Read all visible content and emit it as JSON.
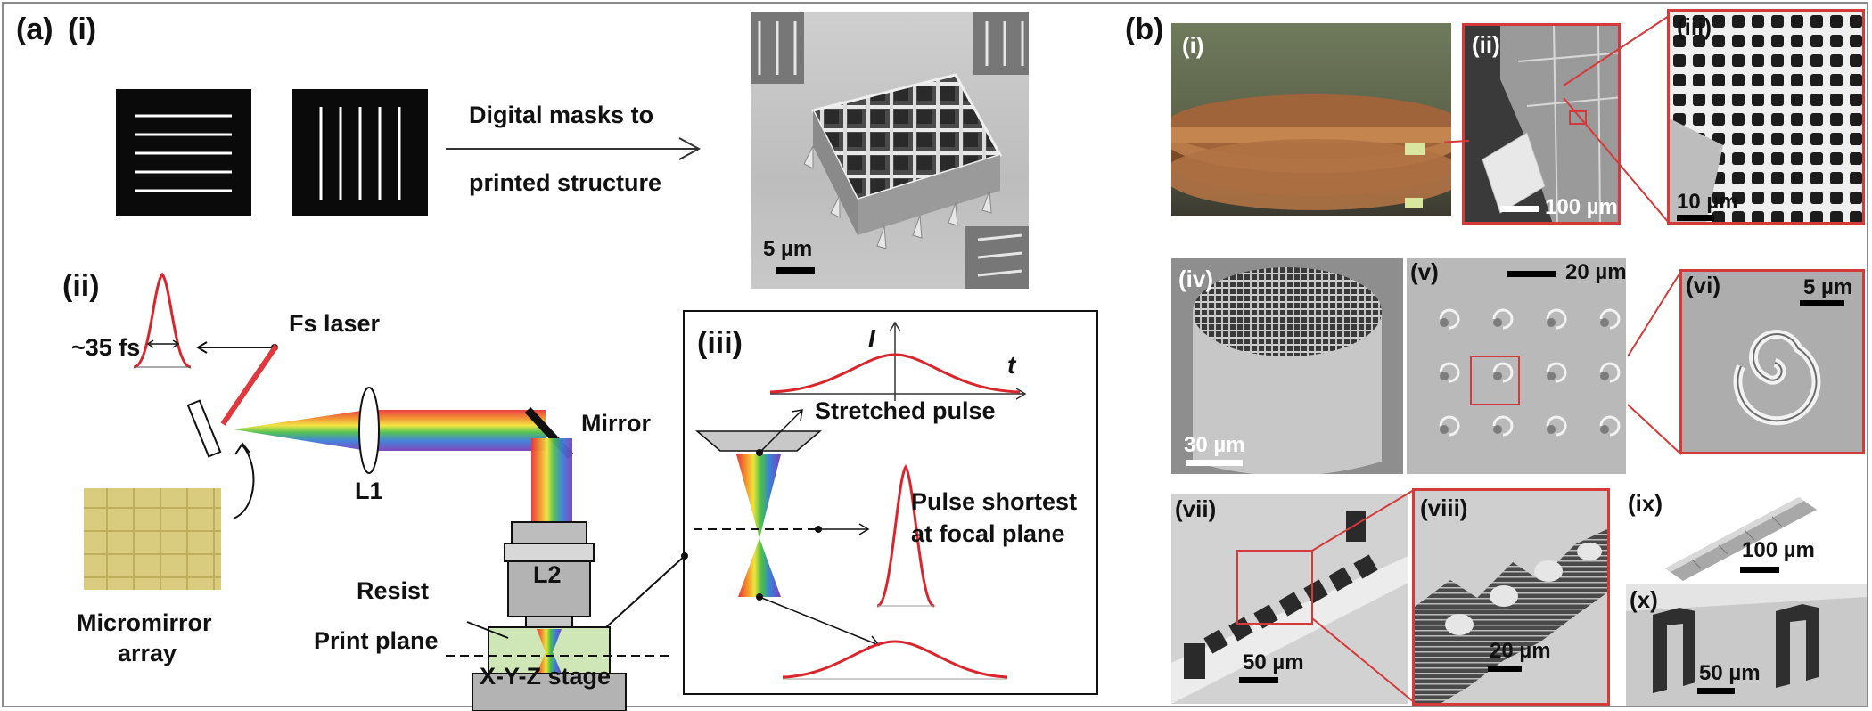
{
  "panel_a": {
    "label": "(a)",
    "sub_i": "(i)",
    "sub_ii": "(ii)",
    "sub_iii": "(iii)",
    "arrow_text_line1": "Digital masks to",
    "arrow_text_line2": "printed structure",
    "sem_scale": "5 µm",
    "pulse_width": "~35 fs",
    "fs_laser": "Fs laser",
    "mirror": "Mirror",
    "l1": "L1",
    "l2": "L2",
    "resist": "Resist",
    "print_plane": "Print plane",
    "stage": "X-Y-Z stage",
    "micromirror_line1": "Micromirror",
    "micromirror_line2": "array",
    "inset": {
      "axis_i": "I",
      "axis_t": "t",
      "stretched": "Stretched pulse",
      "shortest_line1": "Pulse shortest",
      "shortest_line2": "at focal plane"
    }
  },
  "panel_b": {
    "label": "(b)",
    "i": "(i)",
    "ii": "(ii)",
    "iii": "(iii)",
    "iv": "(iv)",
    "v": "(v)",
    "vi": "(vi)",
    "vii": "(vii)",
    "viii": "(viii)",
    "ix": "(ix)",
    "x": "(x)",
    "scale_ii": "100 µm",
    "scale_iii": "10 µm",
    "scale_iv": "30 µm",
    "scale_v": "20 µm",
    "scale_vi": "5 µm",
    "scale_vii": "50 µm",
    "scale_viii": "20 µm",
    "scale_ix": "100 µm",
    "scale_x": "50 µm"
  },
  "colors": {
    "pulse_red": "#d9262c",
    "panel_red": "#d43a3a",
    "mask_black": "#0a0a0a",
    "micromirror_yellow": "#d9cc7e"
  }
}
